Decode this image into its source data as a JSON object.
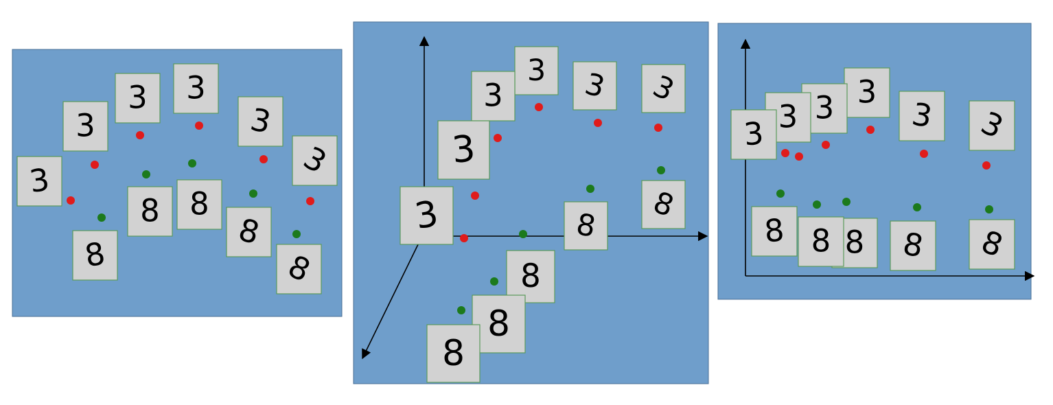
{
  "colors": {
    "panel_fill": "#6f9ecb",
    "panel_border": "#4a6f95",
    "tile_fill": "#d2d2d2",
    "tile_border": "#5a9a5a",
    "digit": "#000000",
    "class3_dot": "#e01b1b",
    "class8_dot": "#1c7a1c",
    "axis": "#000000"
  },
  "digits": {
    "class_a": "3",
    "class_b": "8"
  },
  "panels": [
    {
      "name": "panel-curved-manifold",
      "has_axes": false,
      "axes": 0
    },
    {
      "name": "panel-3d-axes",
      "has_axes": true,
      "axes": 3
    },
    {
      "name": "panel-2d-axes",
      "has_axes": true,
      "axes": 2
    }
  ]
}
